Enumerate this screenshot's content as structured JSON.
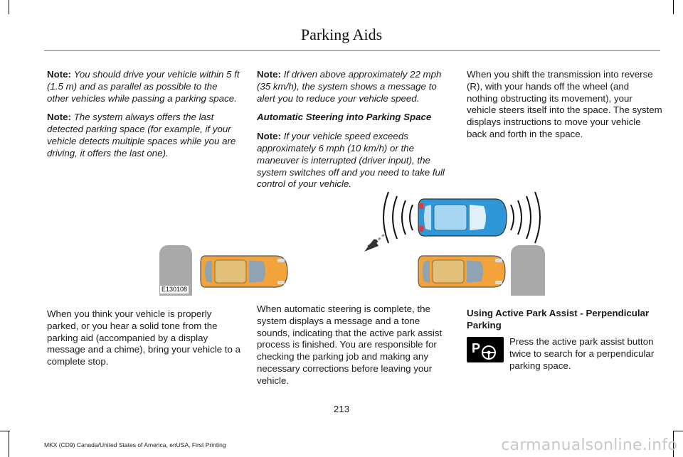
{
  "header": {
    "title": "Parking Aids"
  },
  "col1": {
    "note1_label": "Note:",
    "note1_text": "You should drive your vehicle within 5 ft (1.5 m) and as parallel as possible to the other vehicles while passing a parking space.",
    "note2_label": "Note:",
    "note2_text": "The system always offers the last detected parking space (for example, if your vehicle detects multiple spaces while you are driving, it offers the last one).",
    "lower_text": "When you think your vehicle is properly parked, or you hear a solid tone from the parking aid (accompanied by a display message and a chime), bring your vehicle to a complete stop."
  },
  "col2": {
    "note1_label": "Note:",
    "note1_text": "If driven above approximately 22 mph (35 km/h), the system shows a message to alert you to reduce your vehicle speed.",
    "subhead": "Automatic Steering into Parking Space",
    "note2_label": "Note:",
    "note2_text": "If your vehicle speed exceeds approximately 6 mph (10 km/h) or the maneuver is interrupted (driver input), the system switches off and you need to take full control of your vehicle.",
    "lower_text": "When automatic steering is complete, the system displays a message and a tone sounds, indicating that the active park assist process is finished. You are responsible for checking the parking job and making any necessary corrections before leaving your vehicle."
  },
  "col3": {
    "upper_text": "When you shift the transmission into reverse (R), with your hands off the wheel (and nothing obstructing its movement), your vehicle steers itself into the space. The system displays instructions to move your vehicle back and forth in the space.",
    "subhead": "Using Active Park Assist - Perpendicular Parking",
    "button_text": "Press the active park assist button twice to search for a perpendicular parking space."
  },
  "figure": {
    "id": "E130108"
  },
  "colors": {
    "orange_car": "#f2a33a",
    "blue_car": "#2f97d8",
    "curb": "#a9a9a9",
    "arrow": "#333333"
  },
  "footer": {
    "page_number": "213",
    "text": "MKX (CD9) Canada/United States of America, enUSA, First Printing",
    "watermark": "carmanualsonline.info"
  }
}
